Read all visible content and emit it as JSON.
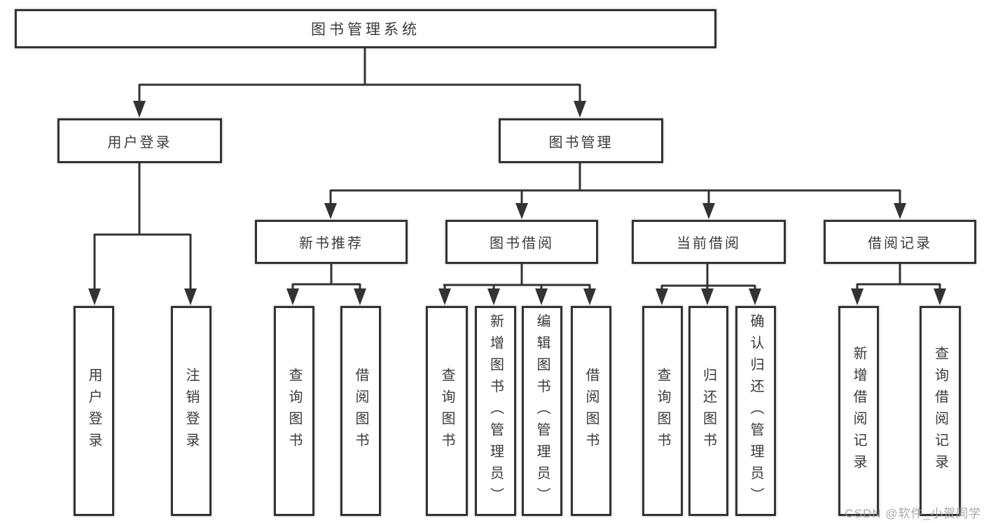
{
  "diagram": {
    "root": {
      "label": "图书管理系统"
    },
    "login": {
      "label": "用户登录",
      "leaves": [
        {
          "label": "用户登录"
        },
        {
          "label": "注销登录"
        }
      ]
    },
    "management": {
      "label": "图书管理",
      "groups": [
        {
          "label": "新书推荐",
          "leaves": [
            {
              "label": "查询图书"
            },
            {
              "label": "借阅图书"
            }
          ]
        },
        {
          "label": "图书借阅",
          "leaves": [
            {
              "label": "查询图书"
            },
            {
              "label": "新增图书（管理员）"
            },
            {
              "label": "编辑图书（管理员）"
            },
            {
              "label": "借阅图书"
            }
          ]
        },
        {
          "label": "当前借阅",
          "leaves": [
            {
              "label": "查询图书"
            },
            {
              "label": "归还图书"
            },
            {
              "label": "确认归还（管理员）"
            }
          ]
        },
        {
          "label": "借阅记录",
          "leaves": [
            {
              "label": "新增借阅记录"
            },
            {
              "label": "查询借阅记录"
            }
          ]
        }
      ]
    }
  },
  "watermark": {
    "text": "CSDN @软件_小贺同学"
  },
  "colors": {
    "line": "#333333",
    "text": "#3a3a3a",
    "watermark": "#9e9e9e",
    "background": "#ffffff"
  }
}
